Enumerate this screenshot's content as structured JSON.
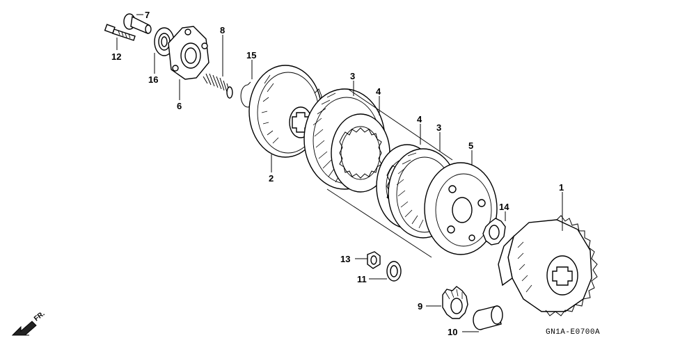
{
  "diagram": {
    "code": "GN1A-E0700A",
    "direction_label": "FR.",
    "callouts": [
      "7",
      "8",
      "12",
      "15",
      "16",
      "6",
      "3",
      "4",
      "2",
      "4",
      "3",
      "5",
      "1",
      "14",
      "13",
      "11",
      "9",
      "10"
    ]
  }
}
